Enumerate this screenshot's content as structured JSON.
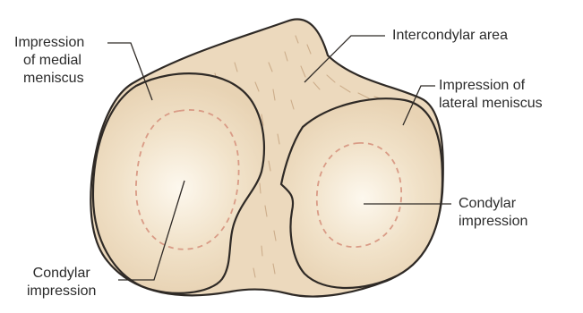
{
  "labels": {
    "medial_meniscus": [
      "Impression",
      "of medial",
      "meniscus"
    ],
    "intercondylar": "Intercondylar area",
    "lateral_meniscus": [
      "Impression of",
      "lateral meniscus"
    ],
    "condylar_right": [
      "Condylar",
      "impression"
    ],
    "condylar_left": [
      "Condylar",
      "impression"
    ]
  },
  "colors": {
    "bone_fill": "#ecd9bd",
    "bone_outline": "#2f2a26",
    "condyle_highlight": "#fbf5ea",
    "dashed_outline": "#d99b86",
    "leader_line": "#2f2a26"
  }
}
